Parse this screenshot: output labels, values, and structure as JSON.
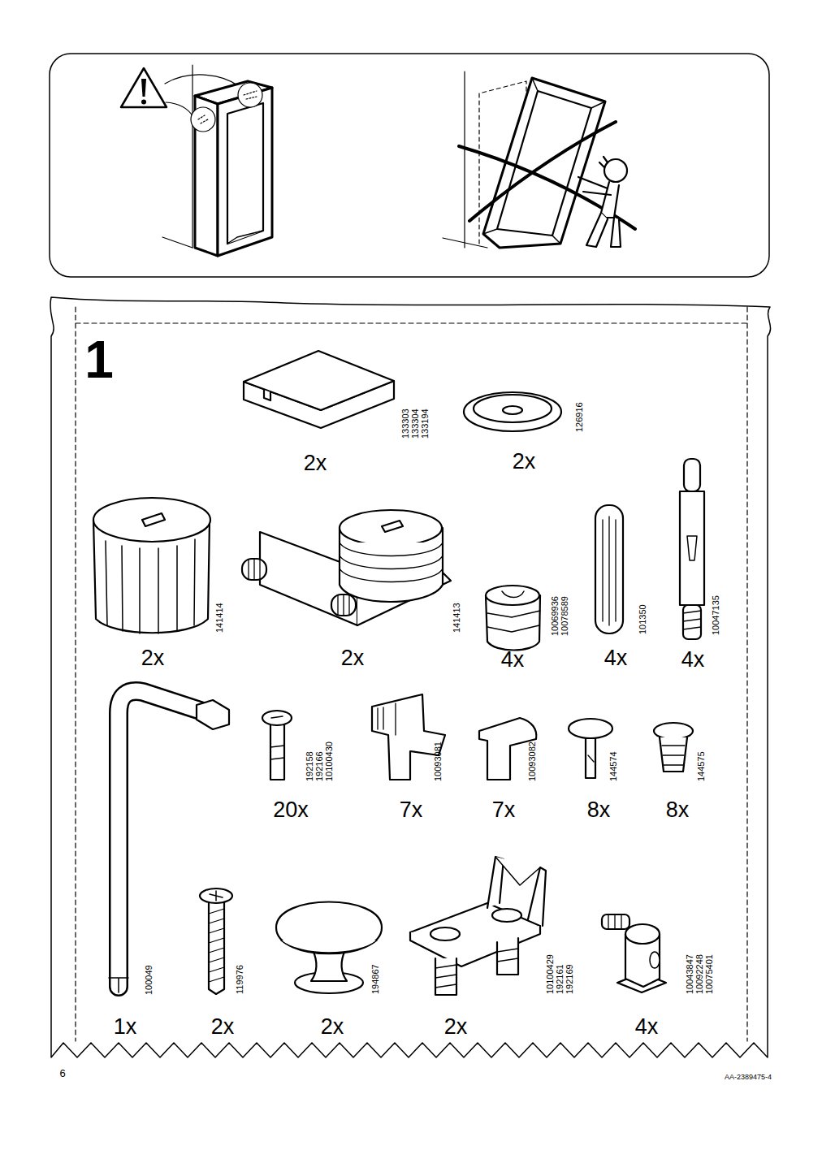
{
  "diagram": {
    "labels": [
      "1",
      "133303",
      "133304",
      "133194",
      "2x",
      "126916",
      "2x",
      "141414",
      "2x",
      "141413",
      "2x",
      "10069936",
      "10078589",
      "4x",
      "101350",
      "4x",
      "10047135",
      "4x",
      "100049",
      "1x",
      "192158",
      "192166",
      "10100430",
      "20x",
      "10093081",
      "7x",
      "10093082",
      "7x",
      "144574",
      "8x",
      "144575",
      "8x",
      "119976",
      "2x",
      "194867",
      "2x",
      "10100429",
      "192161",
      "192169",
      "2x",
      "10043847",
      "10092248",
      "10075401",
      "4x",
      "6",
      "AA-2389475-4"
    ]
  }
}
